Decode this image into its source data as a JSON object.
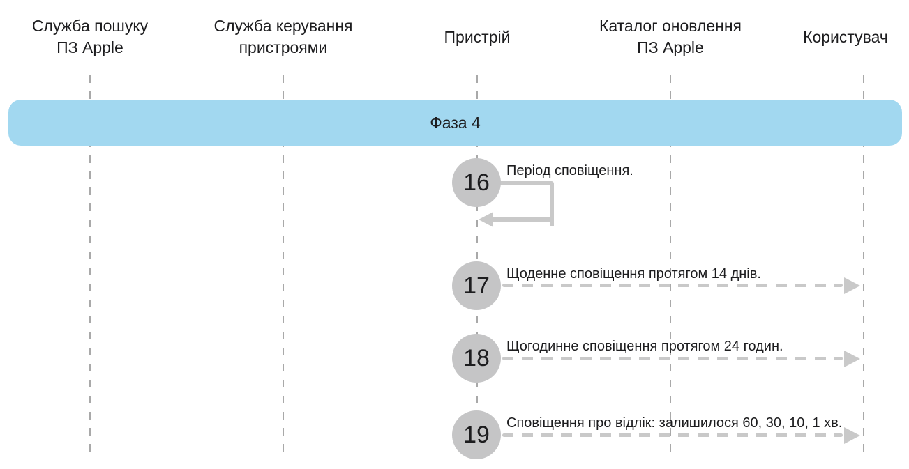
{
  "diagram": {
    "lanes": [
      {
        "label": "Служба пошуку\nПЗ Apple"
      },
      {
        "label": "Служба керування\nпристроями"
      },
      {
        "label": "Пристрій"
      },
      {
        "label": "Каталог оновлення\nПЗ Apple"
      },
      {
        "label": "Користувач"
      }
    ],
    "phase": {
      "label": "Фаза 4"
    },
    "steps": [
      {
        "number": "16",
        "label": "Період сповіщення.",
        "arrow": "self-loop-on-device"
      },
      {
        "number": "17",
        "label": "Щоденне сповіщення протягом 14 днів.",
        "arrow": "dashed-device-to-user"
      },
      {
        "number": "18",
        "label": "Щогодинне сповіщення протягом 24 годин.",
        "arrow": "dashed-device-to-user"
      },
      {
        "number": "19",
        "label": "Сповіщення про відлік: залишилося 60, 30, 10, 1 хв.",
        "arrow": "dashed-device-to-user"
      }
    ],
    "colors": {
      "banner": "#a2d8f0",
      "circle": "#c5c5c6",
      "arrow": "#c9c9c9",
      "lifeline": "#a9a9a9",
      "text": "#1d1d1f"
    }
  }
}
